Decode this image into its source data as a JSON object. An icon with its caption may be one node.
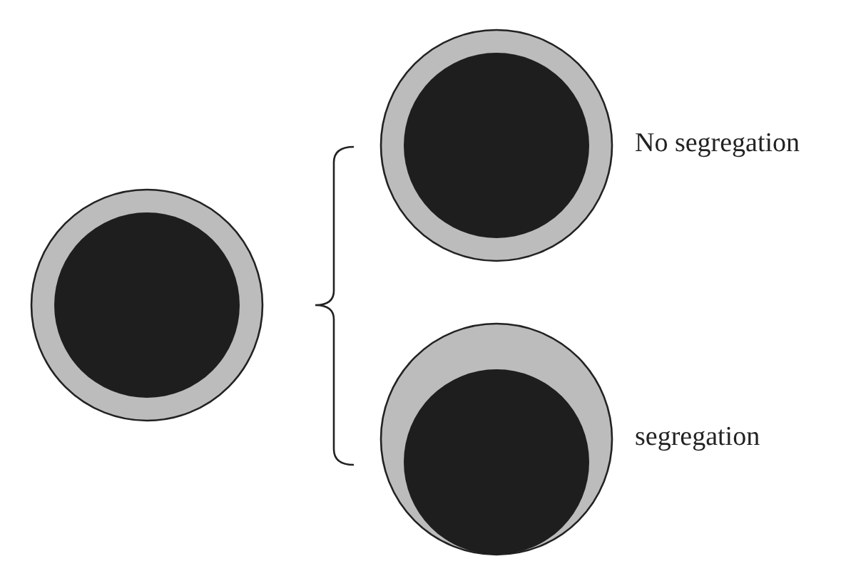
{
  "diagram": {
    "nodes": [
      {
        "text": [],
        "shape": "circle"
      },
      {
        "text": [],
        "shape": "circle",
        "beside": [
          "No segregation"
        ]
      },
      {
        "text": [],
        "shape": "circle",
        "beside": [
          "segregation"
        ]
      }
    ]
  }
}
